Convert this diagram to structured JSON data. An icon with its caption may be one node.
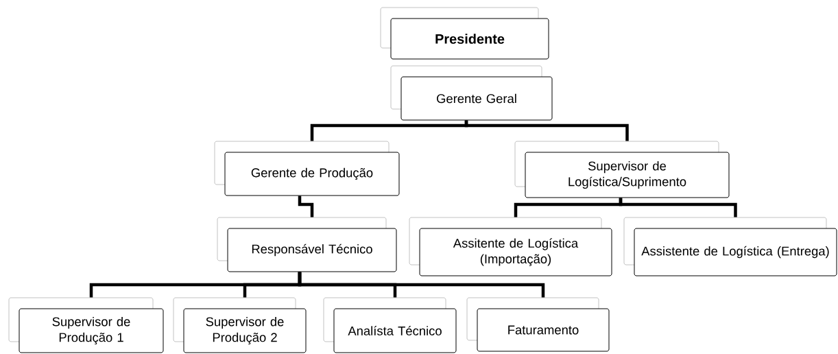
{
  "diagram": {
    "nodes": [
      {
        "text": [
          "Presidente"
        ]
      },
      {
        "text": [
          "Gerente Geral"
        ]
      },
      {
        "text": [
          "Gerente de Produção"
        ]
      },
      {
        "text": [
          "Supervisor de Logística/Suprimento"
        ]
      },
      {
        "text": [
          "Responsável Técnico"
        ]
      },
      {
        "text": [
          "Assitente de Logística (Importação)"
        ]
      },
      {
        "text": [
          "Assistente de Logística (Entrega)"
        ]
      },
      {
        "text": [
          "Supervisor de Produção 1"
        ]
      },
      {
        "text": [
          "Supervisor de Produção 2"
        ]
      },
      {
        "text": [
          "Analísta Técnico"
        ]
      },
      {
        "text": [
          "Faturamento"
        ]
      }
    ],
    "edges": [
      {
        "from": 1,
        "to": 2,
        "arrow": "none"
      },
      {
        "from": 1,
        "to": 3,
        "arrow": "none"
      },
      {
        "from": 2,
        "to": 4,
        "arrow": "none"
      },
      {
        "from": 3,
        "to": 5,
        "arrow": "none"
      },
      {
        "from": 3,
        "to": 6,
        "arrow": "none"
      },
      {
        "from": 4,
        "to": 7,
        "arrow": "none"
      },
      {
        "from": 4,
        "to": 8,
        "arrow": "none"
      },
      {
        "from": 4,
        "to": 9,
        "arrow": "none"
      },
      {
        "from": 4,
        "to": 10,
        "arrow": "none"
      }
    ]
  }
}
